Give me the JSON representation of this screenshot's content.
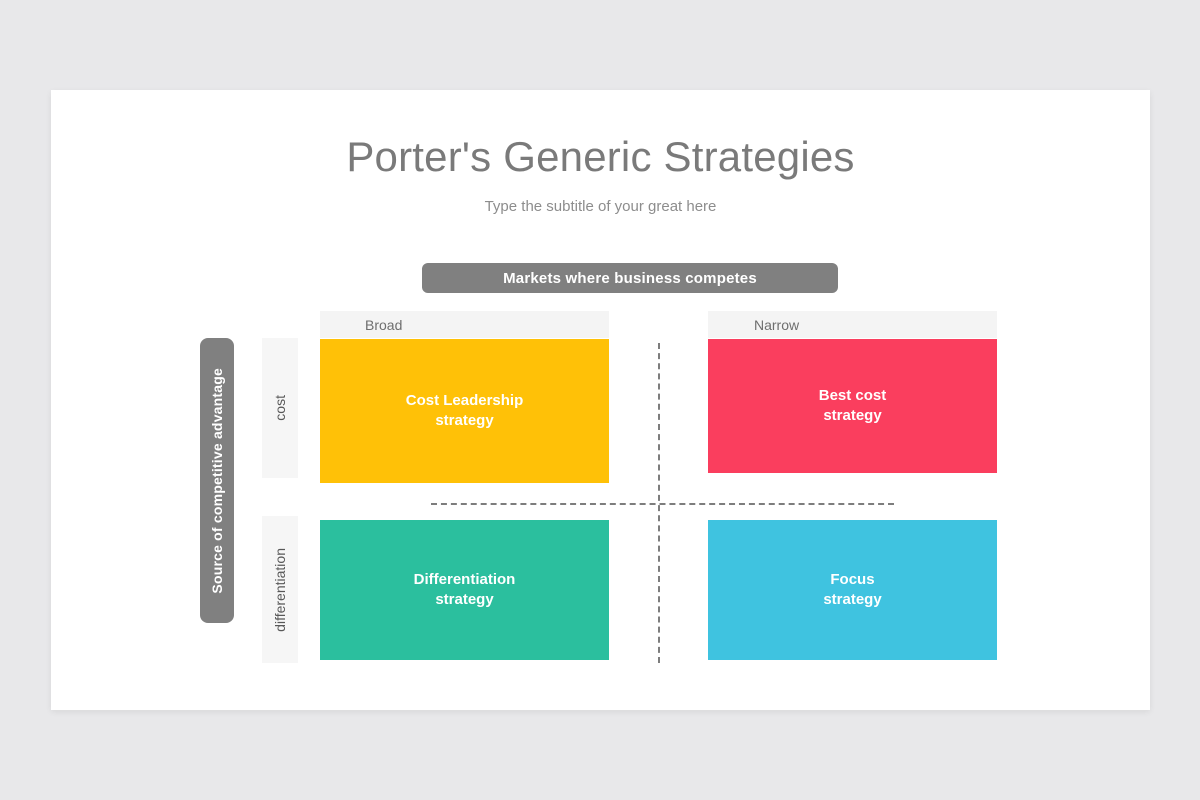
{
  "slide": {
    "title": "Porter's Generic Strategies",
    "subtitle": "Type the subtitle of your great here",
    "background_color": "#e8e8ea",
    "card_color": "#ffffff"
  },
  "matrix": {
    "top_banner": {
      "label": "Markets where business competes",
      "color": "#808080",
      "text_color": "#ffffff"
    },
    "left_banner": {
      "label": "Source of competitive advantage",
      "color": "#808080",
      "text_color": "#ffffff"
    },
    "column_headers": [
      {
        "label": "Broad",
        "strip_color": "#f4f4f4",
        "text_color": "#6e6e6e"
      },
      {
        "label": "Narrow",
        "strip_color": "#f4f4f4",
        "text_color": "#6e6e6e"
      }
    ],
    "row_headers": [
      {
        "label": "cost",
        "strip_color": "#f6f6f6",
        "text_color": "#585858"
      },
      {
        "label": "differentiation",
        "strip_color": "#f6f6f6",
        "text_color": "#585858"
      }
    ],
    "divider_color": "#7d7d7d",
    "quadrants": [
      {
        "id": "cost-leadership",
        "line1": "Cost Leadership",
        "line2": "strategy",
        "color": "#ffc107",
        "text_color": "#ffffff",
        "row": "cost",
        "column": "Broad"
      },
      {
        "id": "best-cost",
        "line1": "Best cost",
        "line2": "strategy",
        "color": "#fa3e5e",
        "text_color": "#ffffff",
        "row": "cost",
        "column": "Narrow"
      },
      {
        "id": "differentiation",
        "line1": "Differentiation",
        "line2": "strategy",
        "color": "#2bbf9e",
        "text_color": "#ffffff",
        "row": "differentiation",
        "column": "Broad"
      },
      {
        "id": "focus",
        "line1": "Focus",
        "line2": "strategy",
        "color": "#3fc3e0",
        "text_color": "#ffffff",
        "row": "differentiation",
        "column": "Narrow"
      }
    ]
  }
}
